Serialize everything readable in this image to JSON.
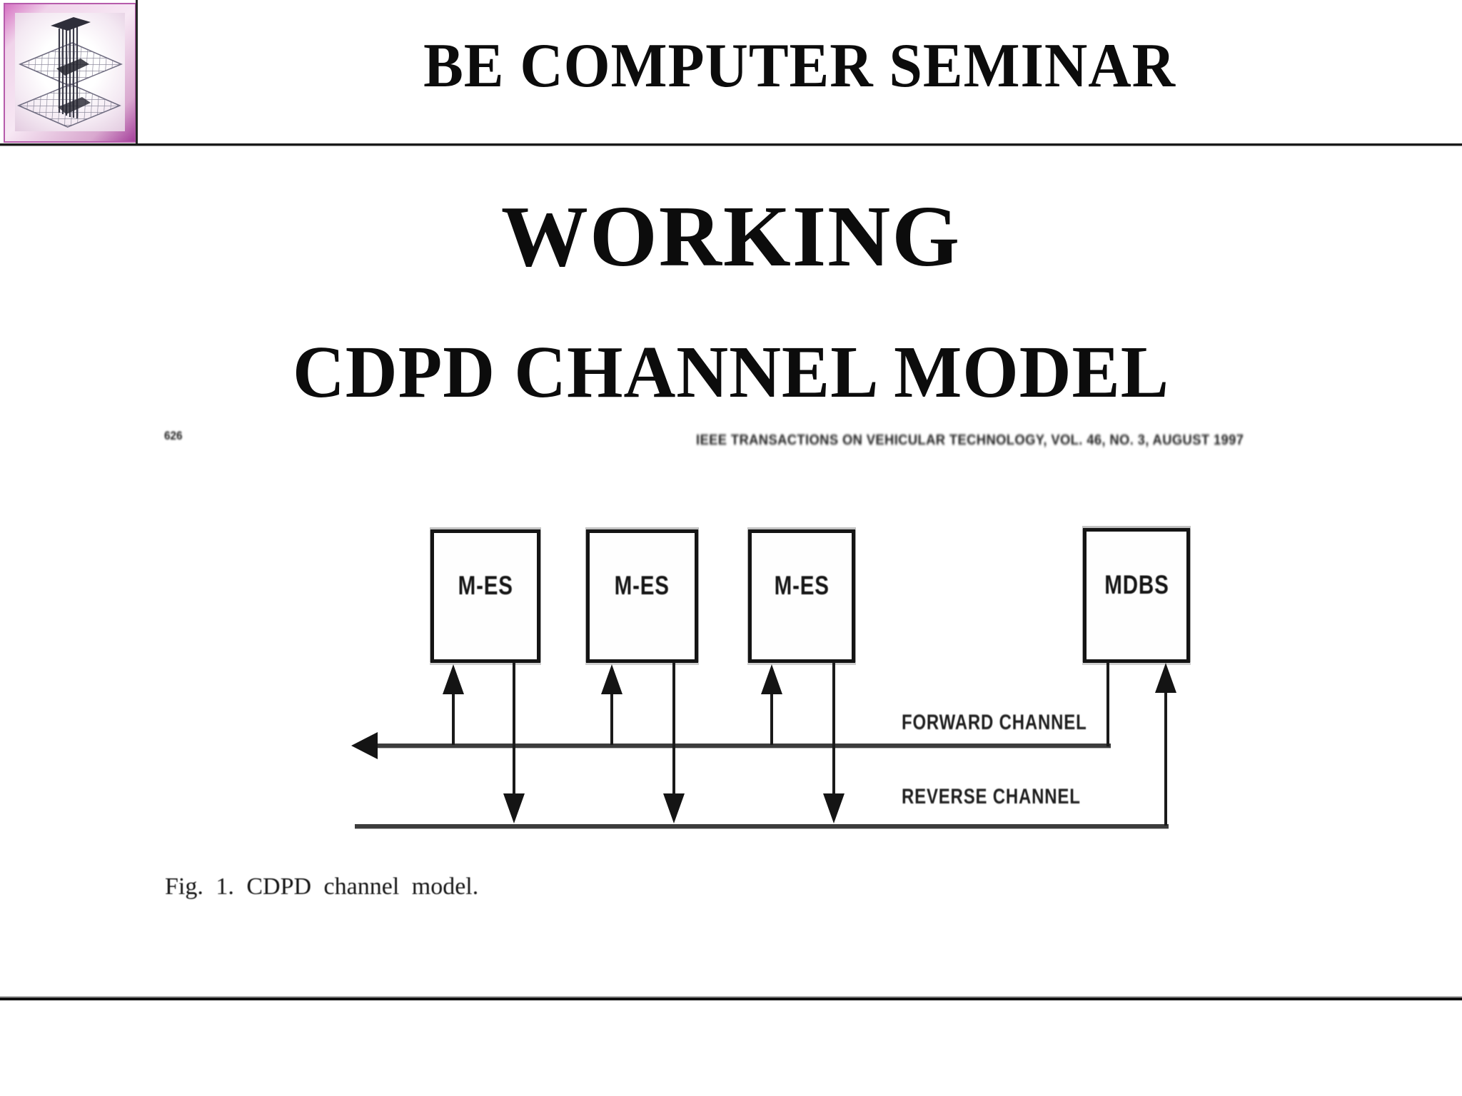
{
  "header": {
    "title": "BE COMPUTER SEMINAR",
    "logo_icon": "circuit-stack-logo"
  },
  "slide": {
    "title": "WORKING",
    "subtitle": "CDPD CHANNEL MODEL"
  },
  "figure": {
    "page_number": "626",
    "journal_header": "IEEE TRANSACTIONS ON VEHICULAR TECHNOLOGY, VOL. 46, NO. 3, AUGUST 1997",
    "boxes": [
      {
        "label": "M-ES"
      },
      {
        "label": "M-ES"
      },
      {
        "label": "M-ES"
      },
      {
        "label": "MDBS"
      }
    ],
    "forward_channel_label": "FORWARD CHANNEL",
    "reverse_channel_label": "REVERSE CHANNEL",
    "caption": "Fig. 1. CDPD channel model."
  },
  "colors": {
    "channel_line": "#3c3c3c",
    "ink": "#141414",
    "logo_frame": "#b44fa8"
  }
}
